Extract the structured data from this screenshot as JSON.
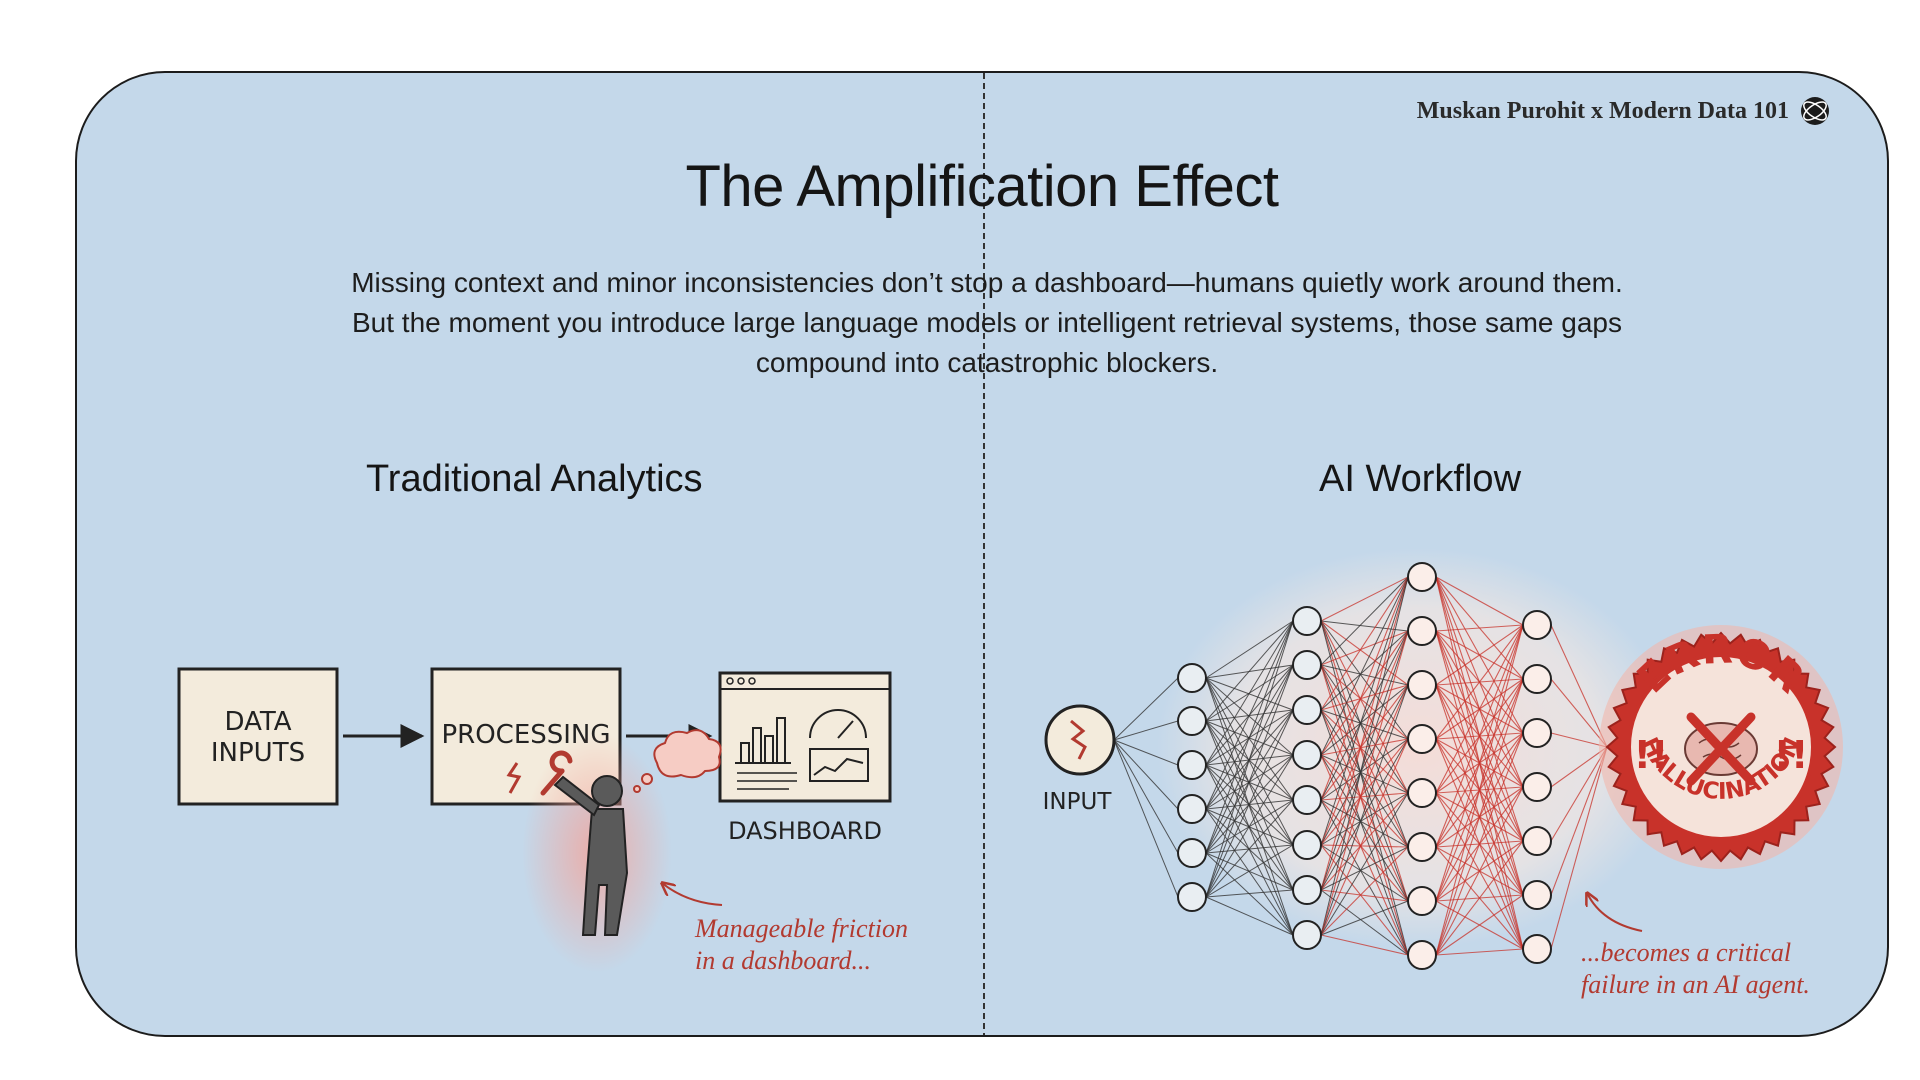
{
  "brand": {
    "text": "Muskan Purohit x Modern Data 101",
    "icon": "globe-icon"
  },
  "title": "The Amplification Effect",
  "description": "Missing context and minor inconsistencies don’t stop a dashboard—humans quietly work around them. But the moment you introduce large language models or intelligent retrieval systems, those same gaps compound into catastrophic blockers.",
  "left": {
    "title": "Traditional Analytics",
    "box1_line1": "DATA",
    "box1_line2": "INPUTS",
    "box2": "PROCESSING",
    "dashboard_label": "DASHBOARD",
    "note_line1": "Manageable friction",
    "note_line2": "in a dashboard..."
  },
  "right": {
    "title": "AI Workflow",
    "input_label": "INPUT",
    "stamp_top": "ERROR",
    "stamp_bottom": "HALLUCINATION",
    "stamp_marks": "!!",
    "note_line1": "...becomes a critical",
    "note_line2": "failure in an AI agent."
  },
  "colors": {
    "background": "#c4d8ea",
    "accent_red": "#c8322a",
    "ink": "#1c1c1c",
    "box_fill": "#f3ebdc"
  }
}
